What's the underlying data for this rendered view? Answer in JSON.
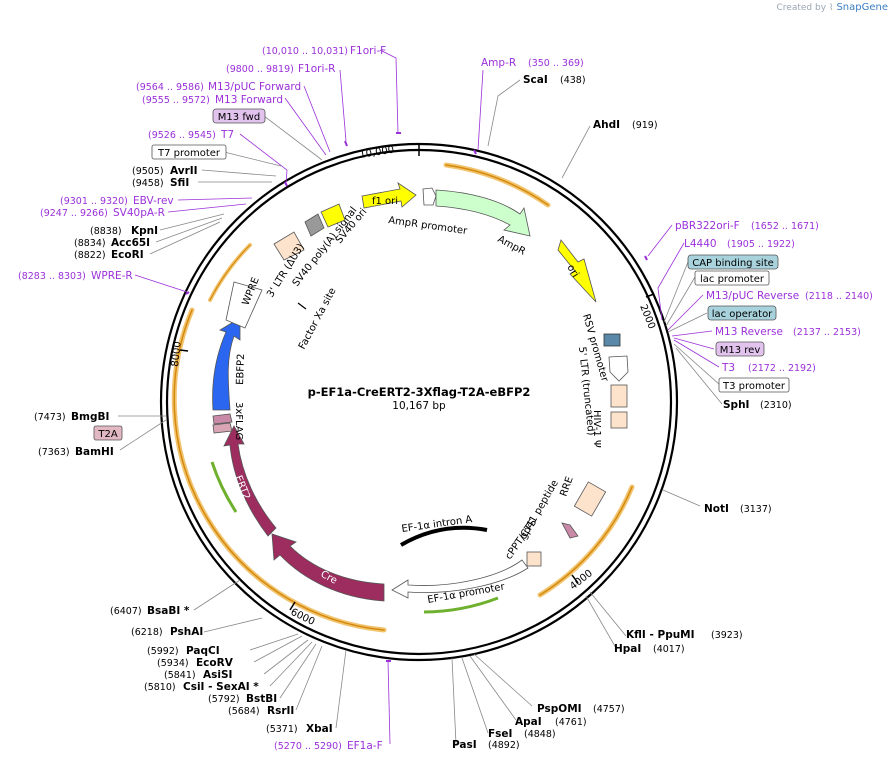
{
  "brand": {
    "created_by": "Created by",
    "name": "SnapGene"
  },
  "plasmid": {
    "name": "p-EF1a-CreERT2-3Xflag-T2A-eBFP2",
    "length": "10,167 bp"
  },
  "ticks": [
    {
      "label": "2000",
      "pos": 2000
    },
    {
      "label": "4000",
      "pos": 4000
    },
    {
      "label": "6000",
      "pos": 6000
    },
    {
      "label": "8000",
      "pos": 8000
    },
    {
      "label": "10,000",
      "pos": 10000
    }
  ],
  "enzymes_right": [
    {
      "name": "ScaI",
      "pos": "(438)"
    },
    {
      "name": "AhdI",
      "pos": "(919)"
    },
    {
      "name": "SphI",
      "pos": "(2310)"
    },
    {
      "name": "NotI",
      "pos": "(3137)"
    },
    {
      "name": "KflI - PpuMI",
      "pos": "(3923)"
    },
    {
      "name": "HpaI",
      "pos": "(4017)"
    },
    {
      "name": "PspOMI",
      "pos": "(4757)"
    },
    {
      "name": "ApaI",
      "pos": "(4761)"
    },
    {
      "name": "FseI",
      "pos": "(4848)"
    },
    {
      "name": "PasI",
      "pos": "(4892)"
    }
  ],
  "enzymes_left": [
    {
      "name": "XbaI",
      "pos": "(5371)"
    },
    {
      "name": "RsrII",
      "pos": "(5684)"
    },
    {
      "name": "BstBI",
      "pos": "(5792)"
    },
    {
      "name": "CsiI - SexAI *",
      "pos": "(5810)"
    },
    {
      "name": "AsiSI",
      "pos": "(5841)"
    },
    {
      "name": "EcoRV",
      "pos": "(5934)"
    },
    {
      "name": "PaqCI",
      "pos": "(5992)"
    },
    {
      "name": "PshAI",
      "pos": "(6218)"
    },
    {
      "name": "BsaBI *",
      "pos": "(6407)"
    },
    {
      "name": "BamHI",
      "pos": "(7363)"
    },
    {
      "name": "BmgBI",
      "pos": "(7473)"
    },
    {
      "name": "EcoRI",
      "pos": "(8822)"
    },
    {
      "name": "Acc65I",
      "pos": "(8834)"
    },
    {
      "name": "KpnI",
      "pos": "(8838)"
    },
    {
      "name": "SfiI",
      "pos": "(9458)"
    },
    {
      "name": "AvrII",
      "pos": "(9505)"
    }
  ],
  "primers": [
    {
      "name": "F1ori-F",
      "range": "(10,010 .. 10,031)"
    },
    {
      "name": "F1ori-R",
      "range": "(9800 .. 9819)"
    },
    {
      "name": "M13/pUC Forward",
      "range": "(9564 .. 9586)"
    },
    {
      "name": "M13 Forward",
      "range": "(9555 .. 9572)"
    },
    {
      "name": "T7",
      "range": "(9526 .. 9545)"
    },
    {
      "name": "EBV-rev",
      "range": "(9301 .. 9320)"
    },
    {
      "name": "SV40pA-R",
      "range": "(9247 .. 9266)"
    },
    {
      "name": "WPRE-R",
      "range": "(8283 .. 8303)"
    },
    {
      "name": "Amp-R",
      "range": "(350 .. 369)"
    },
    {
      "name": "pBR322ori-F",
      "range": "(1652 .. 1671)"
    },
    {
      "name": "L4440",
      "range": "(1905 .. 1922)"
    },
    {
      "name": "M13/pUC Reverse",
      "range": "(2118 .. 2140)"
    },
    {
      "name": "M13 Reverse",
      "range": "(2137 .. 2153)"
    },
    {
      "name": "T3",
      "range": "(2172 .. 2192)"
    },
    {
      "name": "EF1a-F",
      "range": "(5270 .. 5290)"
    }
  ],
  "boxed_labels": {
    "m13_fwd": "M13 fwd",
    "t7_promoter": "T7 promoter",
    "t2a": "T2A",
    "cap_binding": "CAP binding site",
    "lac_promoter": "lac promoter",
    "lac_operator": "lac operator",
    "m13_rev": "M13 rev",
    "t3_promoter": "T3 promoter"
  },
  "features": {
    "f1_ori": "f1 ori",
    "ampr_promoter": "AmpR promoter",
    "ampr": "AmpR",
    "ori": "ori",
    "rsv_promoter": "RSV promoter",
    "ltr5": "5' LTR (truncated)",
    "hiv_psi": "HIV-1 Ψ",
    "rre": "RRE",
    "gp41": "gp41 peptide",
    "cppt": "cPPT/CTS",
    "ef1a_intron": "EF-1α intron A",
    "ef1a_promoter": "EF-1α promoter",
    "cre": "Cre",
    "ert2": "ERT2",
    "flag": "3xFLAG",
    "ebfp2": "EBFP2",
    "wpre": "WPRE",
    "ltr3": "3' LTR (ΔU3)",
    "sv40_polya": "SV40 poly(A) signal",
    "sv40_ori": "SV40 ori",
    "factor_xa": "Factor Xa site"
  },
  "colors": {
    "backbone": "#000000",
    "primer": "#9b30d9",
    "ori": "#ffff00",
    "ampr": "#ccffcc",
    "cre": "#9c2d5e",
    "ebfp2": "#2a66f0",
    "orange_arc": "#e69a1f"
  }
}
